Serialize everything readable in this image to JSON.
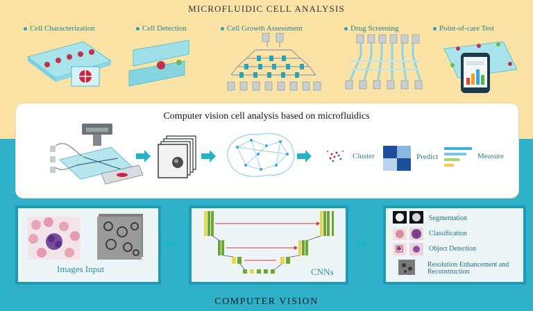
{
  "header_title": "MICROFLUIDIC CELL ANALYSIS",
  "applications": [
    {
      "label": "Cell Characterization"
    },
    {
      "label": "Cell Detection"
    },
    {
      "label": "Cell Growth Assessment"
    },
    {
      "label": "Drug Screening"
    },
    {
      "label": "Point-of-care Test"
    }
  ],
  "center_panel": {
    "title": "Computer vision cell analysis based on microfluidics",
    "outputs": {
      "cluster": "Cluster",
      "predict": "Predict",
      "measure": "Measure"
    }
  },
  "images_input": {
    "label": "Images Input"
  },
  "cnn": {
    "label": "CNNs"
  },
  "results": [
    {
      "label": "Segmentation"
    },
    {
      "label": "Classification"
    },
    {
      "label": "Object Detection"
    },
    {
      "label": "Resolution Enhancement and Reconstruction"
    }
  ],
  "footer_title": "COMPUTER VISION",
  "colors": {
    "top_band": "#fbe3a6",
    "bottom_band": "#2fb1c9",
    "accent_teal": "#1f9ab3",
    "label_teal": "#2a7f86"
  }
}
